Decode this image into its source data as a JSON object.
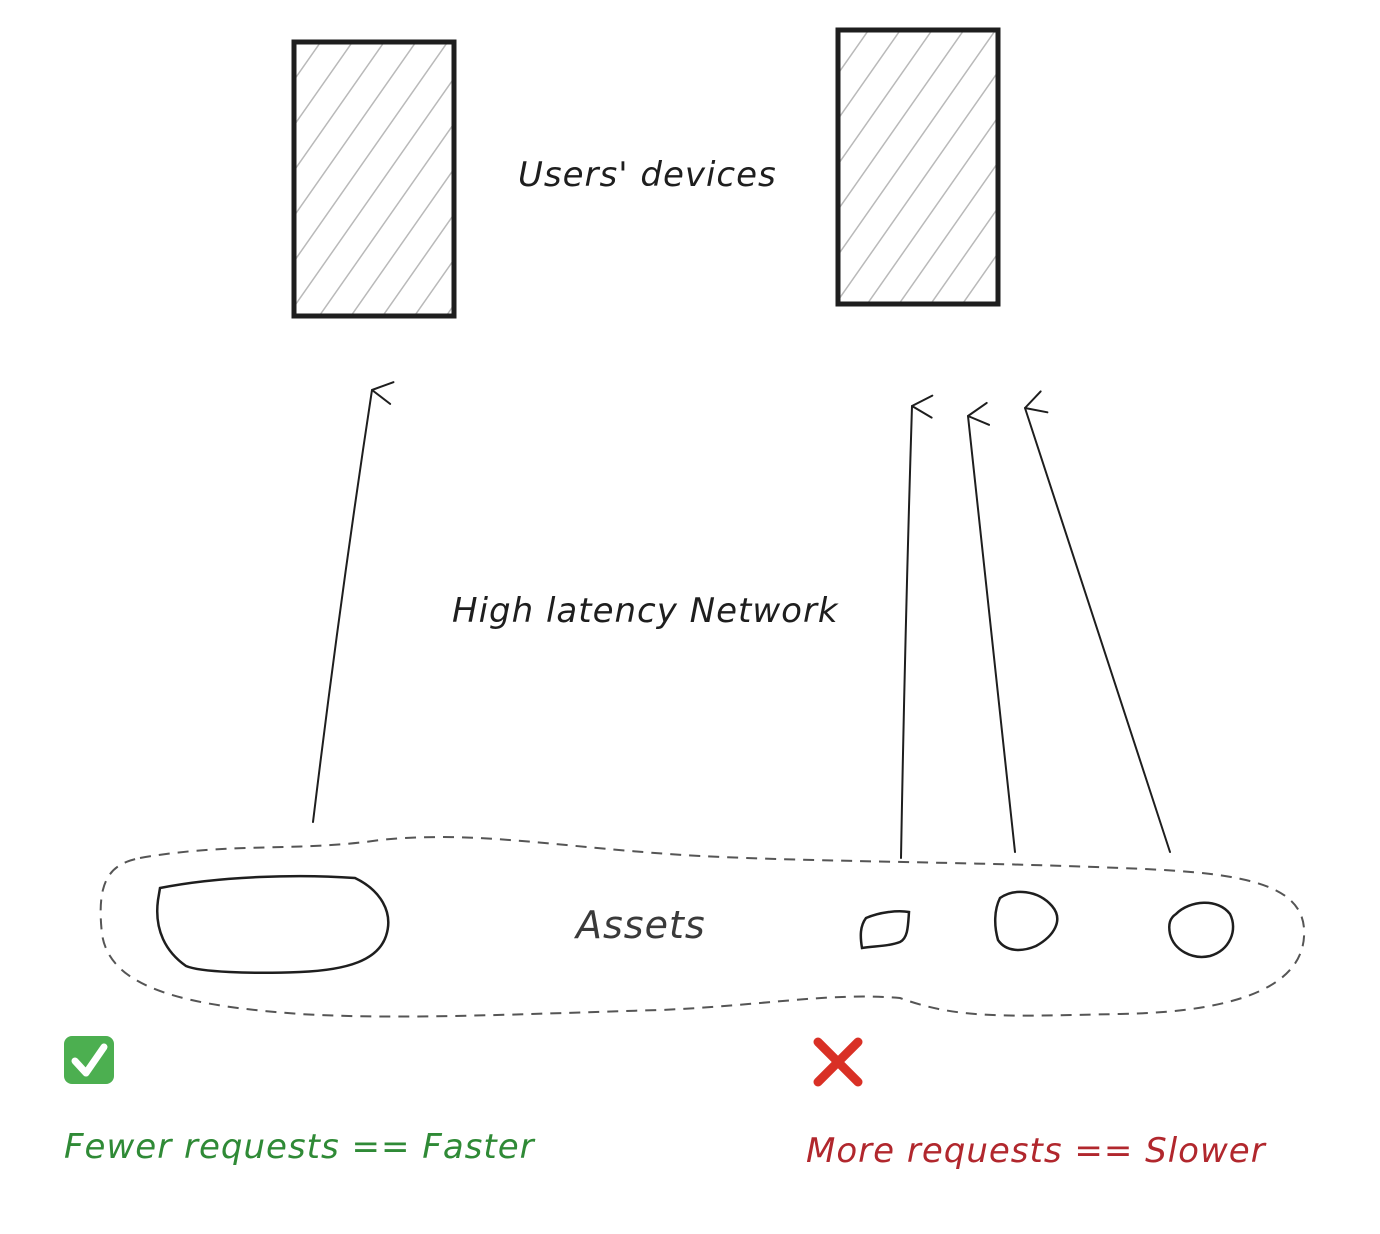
{
  "diagram": {
    "devices_label": "Users' devices",
    "network_label": "High latency Network",
    "assets_label": "Assets",
    "good_caption": "Fewer requests == Faster",
    "bad_caption": "More requests == Slower",
    "good_icon": "check-mark-icon",
    "bad_icon": "cross-mark-icon"
  },
  "colors": {
    "stroke": "#1e1e1e",
    "hatch": "#b9b9b9",
    "dashed": "#555555",
    "good": "#2f8a36",
    "bad": "#b1272d",
    "check_bg": "#4caf50"
  }
}
